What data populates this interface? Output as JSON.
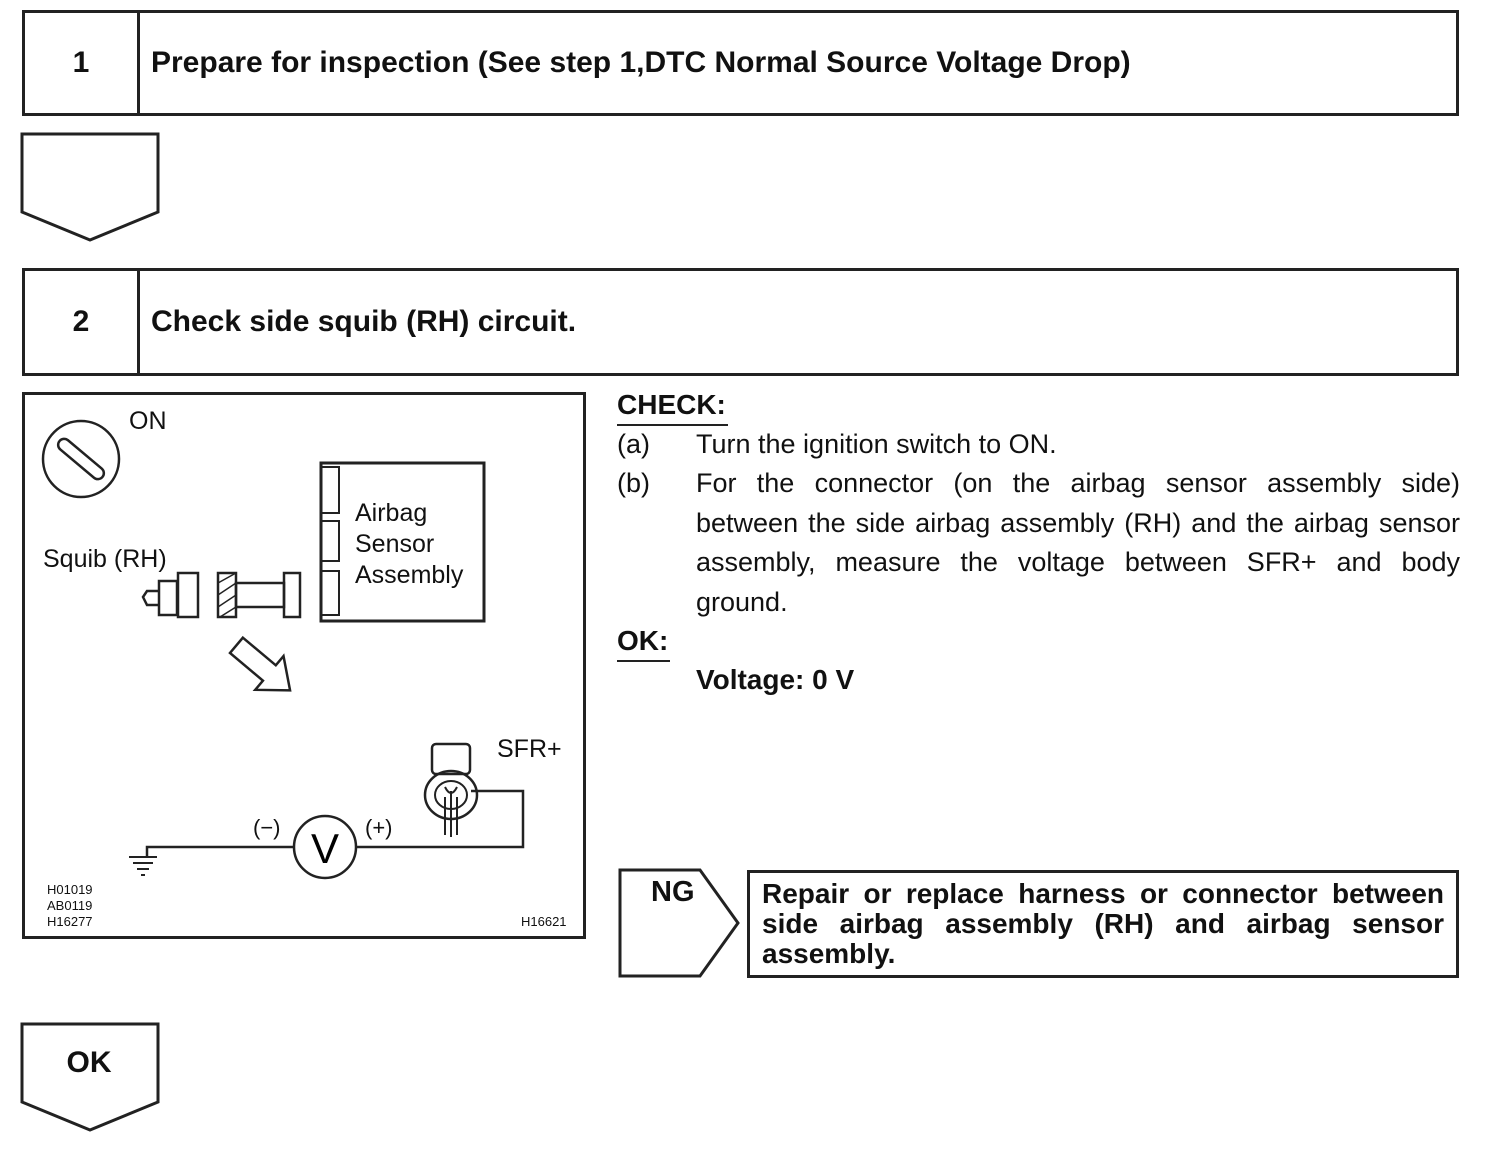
{
  "step1": {
    "number": "1",
    "title": "Prepare for inspection (See step 1,DTC Normal Source Voltage Drop)"
  },
  "step2": {
    "number": "2",
    "title": "Check side squib (RH) circuit."
  },
  "diagram": {
    "on_label": "ON",
    "sensor_label_line1": "Airbag",
    "sensor_label_line2": "Sensor",
    "sensor_label_line3": "Assembly",
    "squib_label": "Squib (RH)",
    "terminal_label": "SFR+",
    "minus_label": "(−)",
    "plus_label": "(+)",
    "meter_symbol": "V",
    "ref_codes": [
      "H01019",
      "AB0119",
      "H16277"
    ],
    "figure_code": "H16621"
  },
  "check": {
    "heading": "CHECK:",
    "items": [
      {
        "marker": "(a)",
        "text": "Turn the ignition switch to ON."
      },
      {
        "marker": "(b)",
        "text": "For the connector (on the airbag sensor assembly side) between the side airbag assembly (RH) and the airbag sensor assembly, measure the voltage between SFR+ and body ground."
      }
    ]
  },
  "ok": {
    "heading": "OK:",
    "spec": "Voltage: 0 V"
  },
  "ng": {
    "label": "NG",
    "action": "Repair or replace harness or connector between side airbag assembly (RH) and airbag sensor assembly."
  },
  "ok_arrow": {
    "label": "OK"
  }
}
